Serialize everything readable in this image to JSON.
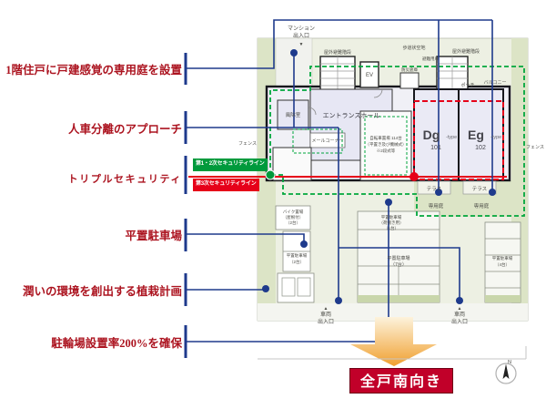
{
  "colors": {
    "label_red": "#ac1420",
    "connector_navy": "#1e3a8c",
    "security_green": "#009a3c",
    "security_red": "#e60019",
    "banner_red": "#c10029",
    "site_green": "#dce4c6",
    "arrow_orange": "#f0a030"
  },
  "left_labels": [
    {
      "text": "1階住戸に戸建感覚の専用庭を設置"
    },
    {
      "text": "人車分離のアプローチ"
    },
    {
      "text": "トリプルセキュリティ"
    },
    {
      "text": "平置駐車場"
    },
    {
      "text": "潤いの環境を創出する植栽計画"
    },
    {
      "text": "駐輪場設置率200%を確保"
    }
  ],
  "security": {
    "line12_badge": "第1・2次セキュリティライン",
    "line3_badge": "第3次セキュリティライン"
  },
  "banner": {
    "text": "全戸南向き"
  },
  "plan": {
    "top_entrance": {
      "line1": "マンション",
      "line2": "出入口",
      "marker": "▼"
    },
    "vehicle_entrance": {
      "marker": "▲",
      "line1": "車両",
      "line2": "出入口"
    },
    "rooms": {
      "windbreak": "風除室",
      "entrance_hall": "エントランスホール",
      "mail_corner": "メールコーナー",
      "elevator": "EV",
      "bicycle_line1": "自転車置場 114台",
      "bicycle_line2": "（平置き及び機械式）",
      "bicycle_line3": "※2段式等",
      "disaster_storage": "防災倉庫"
    },
    "units": {
      "dg_name": "Dg",
      "dg_type": "-type",
      "dg_number": "101",
      "eg_name": "Eg",
      "eg_type": "-type",
      "eg_number": "102"
    },
    "outdoor": {
      "terrace": "テラス",
      "private_garden": "専用庭",
      "porch": "ポーチ",
      "balcony": "バルコニー",
      "fence": "フェンス",
      "escape_stairs": "屋外避難階段",
      "escape_door": "避難用扉",
      "walkway_space": "歩道状空地",
      "north": "N"
    },
    "parking": {
      "bike_line1": "バイク置場",
      "bike_line2": "（屋根付）",
      "bike_line3": "（2台）",
      "flat2_line1": "平置駐車場",
      "flat2_line2": "（2台）",
      "loading_line1": "平置駐車場",
      "loading_line2": "（荷捌き用）",
      "loading_line3": "（1台）",
      "flat7_line1": "平置駐車場",
      "flat7_line2": "（7台）",
      "flat4_line1": "平置駐車場",
      "flat4_line2": "（4台）"
    }
  }
}
